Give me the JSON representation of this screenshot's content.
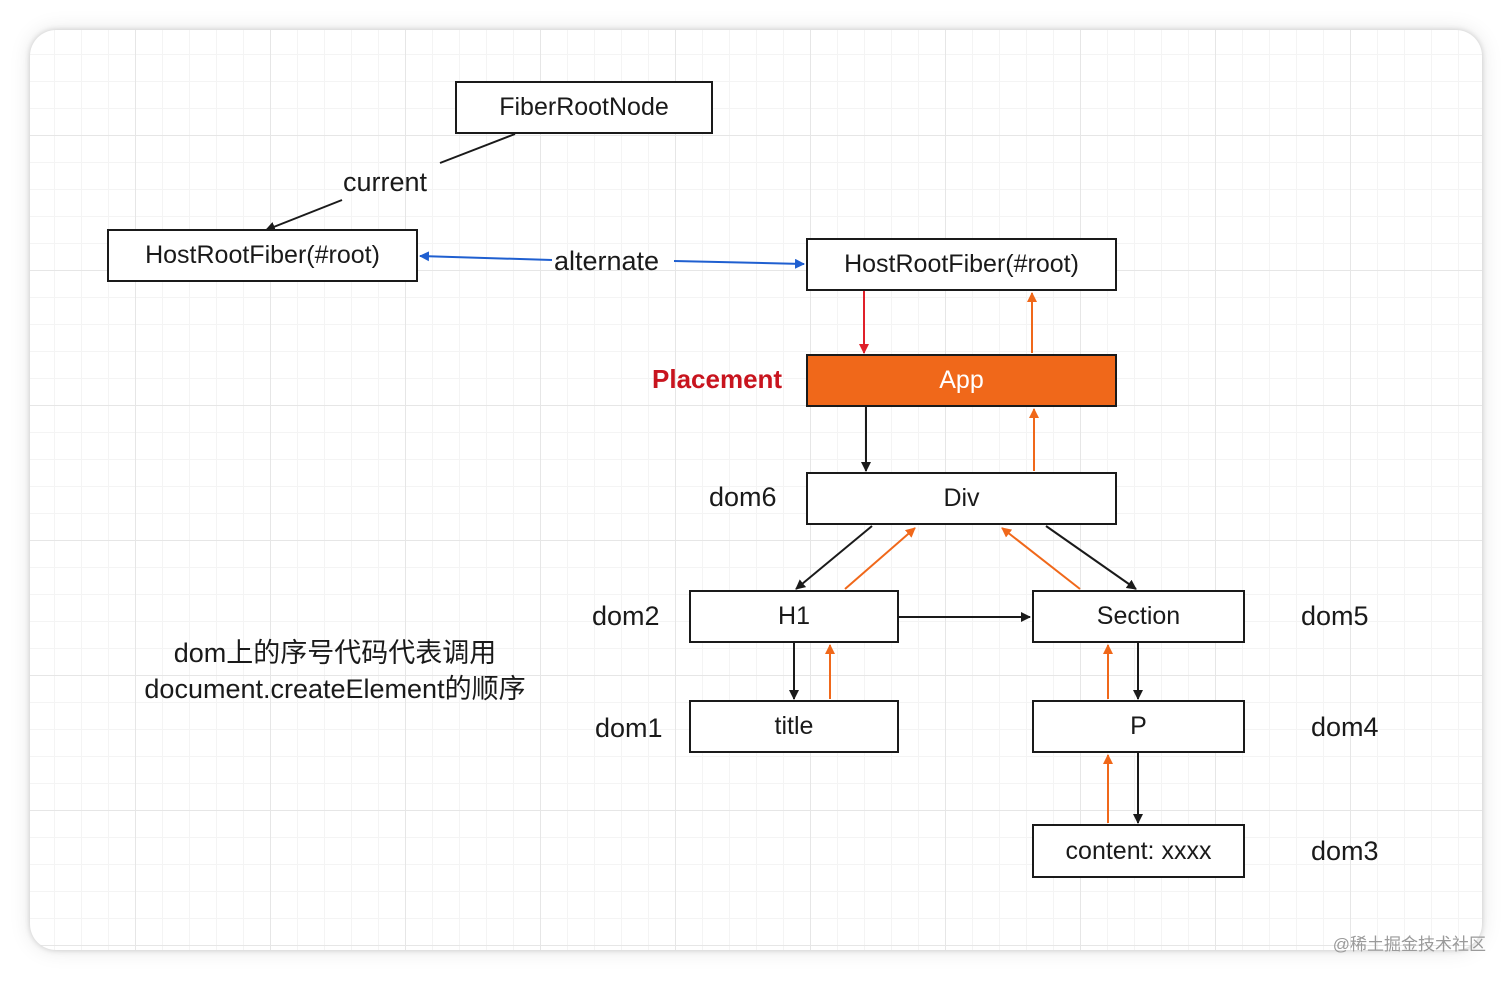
{
  "nodes": {
    "fiber_root_node": "FiberRootNode",
    "host_root_current": "HostRootFiber(#root)",
    "host_root_wip": "HostRootFiber(#root)",
    "app": "App",
    "div": "Div",
    "h1": "H1",
    "section": "Section",
    "title": "title",
    "p": "P",
    "content": "content: xxxx"
  },
  "edge_labels": {
    "current": "current",
    "alternate": "alternate"
  },
  "flags": {
    "placement": "Placement"
  },
  "dom_labels": {
    "dom1": "dom1",
    "dom2": "dom2",
    "dom3": "dom3",
    "dom4": "dom4",
    "dom5": "dom5",
    "dom6": "dom6"
  },
  "note": {
    "line1": "dom上的序号代码代表调用",
    "line2": "document.createElement的顺序"
  },
  "watermark": "@稀土掘金技术社区",
  "colors": {
    "highlight_fill": "#f0681a",
    "return_arrow": "#f0681a",
    "child_arrow": "#1a1a1a",
    "alternate_arrow": "#1f5fd0",
    "placement_arrow": "#e0202a",
    "placement_text": "#c8141e"
  }
}
